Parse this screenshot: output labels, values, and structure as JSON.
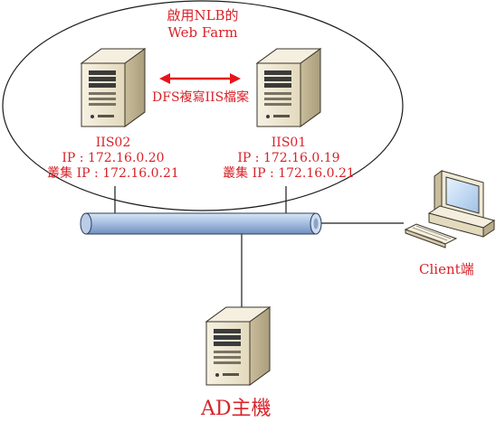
{
  "farm": {
    "title_line1": "啟用NLB的",
    "title_line2": "Web Farm"
  },
  "replication": {
    "label": "DFS複寫IIS檔案"
  },
  "servers": [
    {
      "name": "IIS02",
      "ip": "IP : 172.16.0.20",
      "cluster_ip": "叢集 IP : 172.16.0.21"
    },
    {
      "name": "IIS01",
      "ip": "IP : 172.16.0.19",
      "cluster_ip": "叢集 IP : 172.16.0.21"
    }
  ],
  "client": {
    "label": "Client端"
  },
  "ad": {
    "label": "AD主機"
  },
  "colors": {
    "label_red": "#d8232a",
    "arrow_red": "#e8141c",
    "network_blue": "#9fb9dc",
    "server_beige": "#ede5cf"
  },
  "icons": [
    "server-tower-icon",
    "desktop-computer-icon",
    "double-arrow-icon",
    "network-bus-pipe"
  ]
}
